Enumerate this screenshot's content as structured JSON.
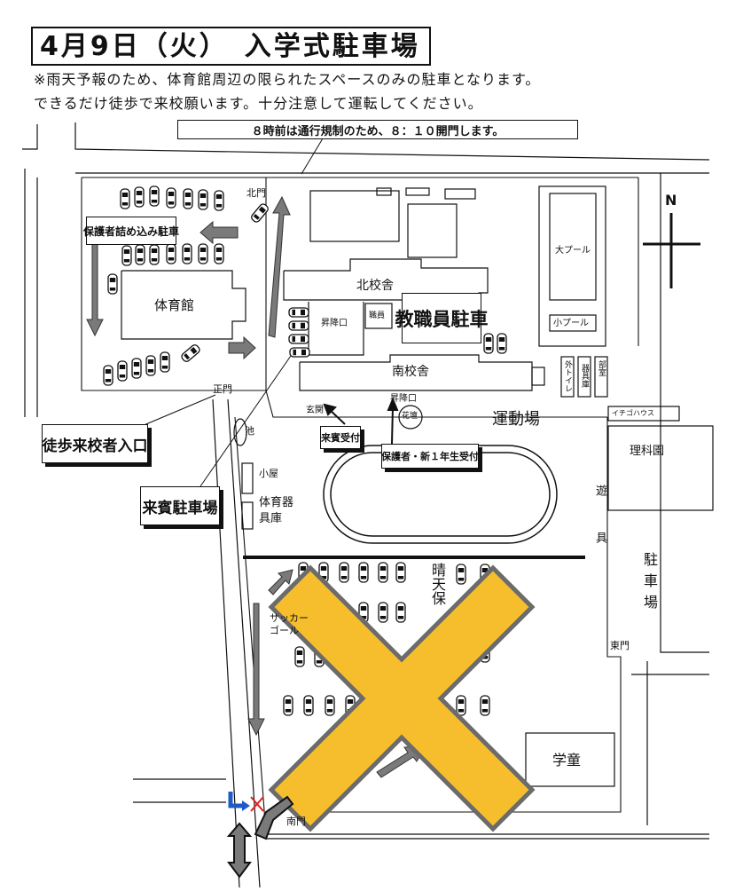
{
  "header": {
    "title": "4月9日（火）　入学式駐車場",
    "note_line1": "※雨天予報のため、体育館周辺の限られたスペースのみの駐車となります。",
    "note_line2": "できるだけ徒歩で来校願います。十分注意して運転してください。",
    "traffic_notice": "８時前は通行規制のため、８：１０開門します。"
  },
  "compass": {
    "north": "N"
  },
  "gates": {
    "north": "北門",
    "main": "正門",
    "east": "東門",
    "south": "南門"
  },
  "buildings": {
    "gym": "体育館",
    "north_school": "北校舎",
    "south_school": "南校舎",
    "elevator_north": "昇降口",
    "elevator_south": "昇降口",
    "entrance": "玄関",
    "small_room": "職員",
    "flower_bed": "花壇",
    "pond": "池",
    "hut": "小屋",
    "sports_storage": "体育器具庫",
    "big_pool": "大プール",
    "small_pool": "小プール",
    "outdoor_toilet": "外トイレ",
    "equipment": "器具庫",
    "club_room": "部室",
    "rabbit_house": "イチゴハウス",
    "science_garden": "理科園",
    "playground": "運動場",
    "play_equipment": "遊具",
    "parking_lot": "駐車場",
    "after_school": "学童",
    "rain_parking": "晴天保",
    "soccer_goal": "サッカーゴール"
  },
  "labels": {
    "parent_parking": "保護者詰め込み駐車",
    "staff_parking": "教職員駐車",
    "walk_entrance": "徒歩来校者入口",
    "guest_parking": "来賓駐車場",
    "guest_reception": "来賓受付",
    "parent_reception": "保護者・新１年生受付"
  },
  "colors": {
    "cross_fill": "#F6BE2C",
    "cross_stroke": "#6B6B6B",
    "arrow_gray": "#7A7A7A",
    "blue_turn": "#1E5BC6",
    "red_x": "#E02020"
  }
}
